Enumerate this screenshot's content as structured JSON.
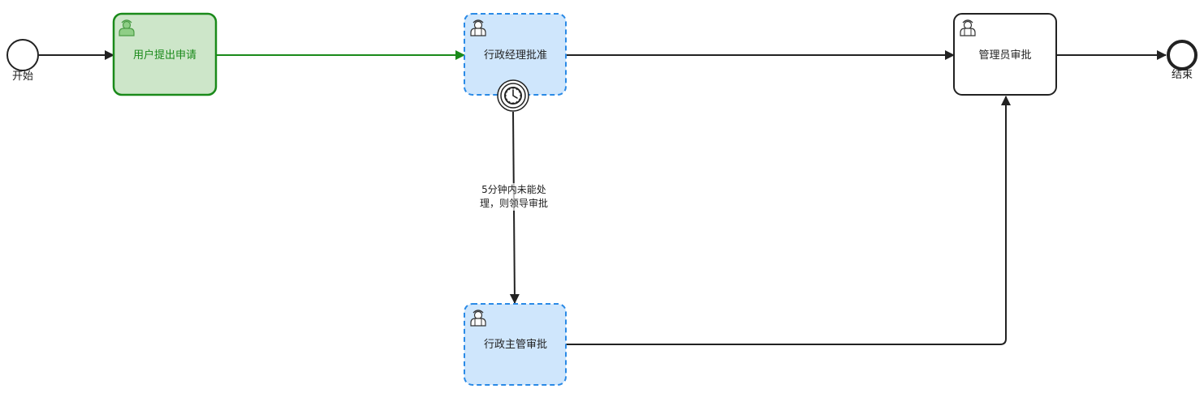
{
  "colors": {
    "line": "#222222",
    "completed_stroke": "#1a8a1a",
    "completed_fill": "#cde6c9",
    "completed_text": "#1a8a1a",
    "active_stroke": "#2a8ae6",
    "active_fill": "#cfe6fc",
    "plain_fill": "#ffffff"
  },
  "events": {
    "start": {
      "label": "开始",
      "icon": "start-event-icon"
    },
    "end": {
      "label": "结束",
      "icon": "end-event-icon"
    },
    "timer": {
      "icon": "timer-icon"
    }
  },
  "tasks": {
    "user_apply": {
      "label": "用户提出申请",
      "status": "completed",
      "icon": "user-icon"
    },
    "admin_manager": {
      "label": "行政经理批准",
      "status": "active",
      "icon": "user-icon"
    },
    "admin_supervisor": {
      "label": "行政主管审批",
      "status": "active",
      "icon": "user-icon"
    },
    "administrator": {
      "label": "管理员审批",
      "status": "pending",
      "icon": "user-icon"
    }
  },
  "flows": {
    "timeout_line1": "5分钟内未能处",
    "timeout_line2": "理，则领导审批"
  }
}
